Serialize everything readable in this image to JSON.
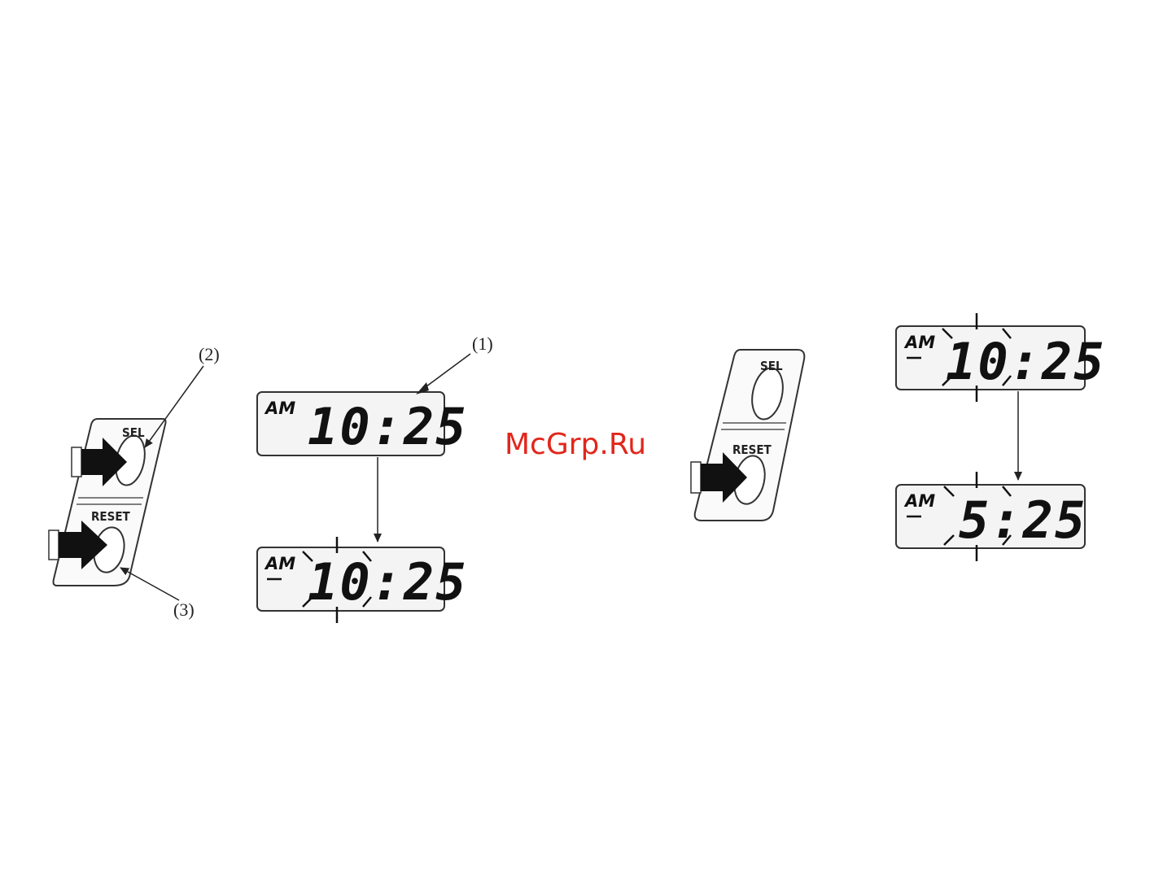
{
  "callouts": {
    "one": "(1)",
    "two": "(2)",
    "three": "(3)"
  },
  "buttons": {
    "sel": "SEL",
    "reset": "RESET"
  },
  "displays": {
    "left_top": {
      "ampm": "AM",
      "time": "10:25",
      "blinking": false
    },
    "left_bottom": {
      "ampm": "AM",
      "time": "10:25",
      "blinking": true
    },
    "right_top": {
      "ampm": "AM",
      "time": "10:25",
      "blinking": true
    },
    "right_bottom": {
      "ampm": "AM",
      "time": "5:25",
      "blinking": true
    }
  },
  "watermark": "McGrp.Ru",
  "colors": {
    "ink": "#222222",
    "lcd_bg": "#f4f4f4",
    "watermark": "#e2261c"
  }
}
